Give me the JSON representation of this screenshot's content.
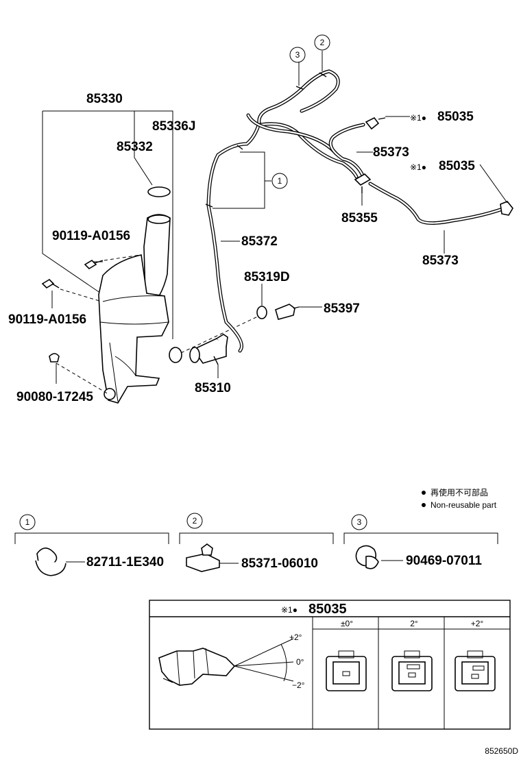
{
  "labels": {
    "p85330": "85330",
    "p85336j": "85336J",
    "p85332": "85332",
    "p90119a": "90119-A0156",
    "p90119b": "90119-A0156",
    "p90080": "90080-17245",
    "p85372": "85372",
    "p85319d": "85319D",
    "p85397": "85397",
    "p85310": "85310",
    "p85035a": "85035",
    "p85035b": "85035",
    "p85373a": "85373",
    "p85373b": "85373",
    "p85355": "85355",
    "mark_a": "※1●",
    "mark_b": "※1●"
  },
  "callouts": {
    "c1": "1",
    "c2": "2",
    "c3": "3"
  },
  "legend": {
    "jp": "再使用不可部品",
    "en": "Non-reusable part"
  },
  "clips": [
    {
      "callout": "1",
      "part": "82711-1E340"
    },
    {
      "callout": "2",
      "part": "85371-06010"
    },
    {
      "callout": "3",
      "part": "90469-07011"
    }
  ],
  "table": {
    "title_mark": "※1●",
    "title": "85035",
    "angles": [
      "±0°",
      "2°",
      "+2°"
    ],
    "scale": [
      "+2°",
      "0°",
      "−2°"
    ]
  },
  "footer": {
    "code": "852650D"
  },
  "icons": {
    "bullet": "filled-circle-icon",
    "callout": "circled-number-icon"
  }
}
